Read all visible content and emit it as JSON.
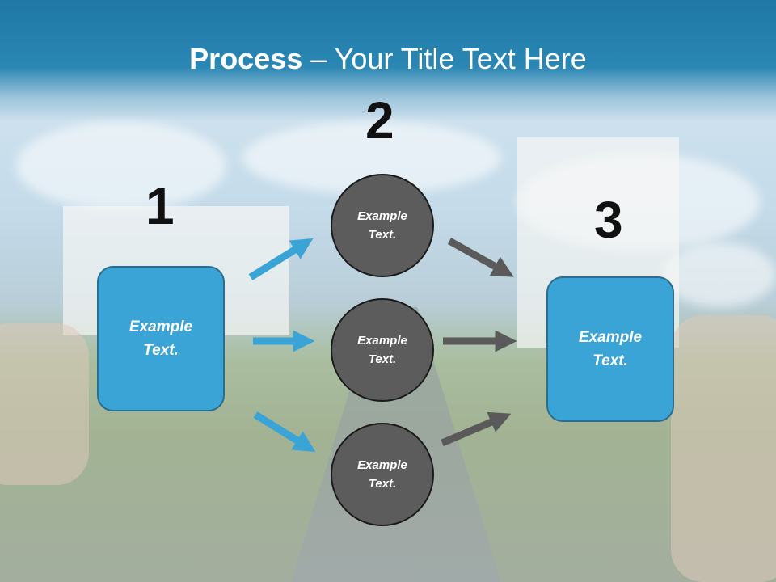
{
  "title": {
    "bold": "Process",
    "rest": " – Your Title Text Here"
  },
  "steps": {
    "one": {
      "number": "1",
      "text_line1": "Example",
      "text_line2": "Text."
    },
    "two": {
      "number": "2"
    },
    "three": {
      "number": "3",
      "text_line1": "Example",
      "text_line2": "Text."
    }
  },
  "circles": [
    {
      "line1": "Example",
      "line2": "Text."
    },
    {
      "line1": "Example",
      "line2": "Text."
    },
    {
      "line1": "Example",
      "line2": "Text."
    }
  ],
  "colors": {
    "title_bar": "#1f78a6",
    "box_fill": "#3aa4d6",
    "box_border": "#2a6d8f",
    "circle_fill": "#5c5c5c",
    "arrow_blue": "#3aa4d6",
    "arrow_gray": "#5a5a5a"
  }
}
